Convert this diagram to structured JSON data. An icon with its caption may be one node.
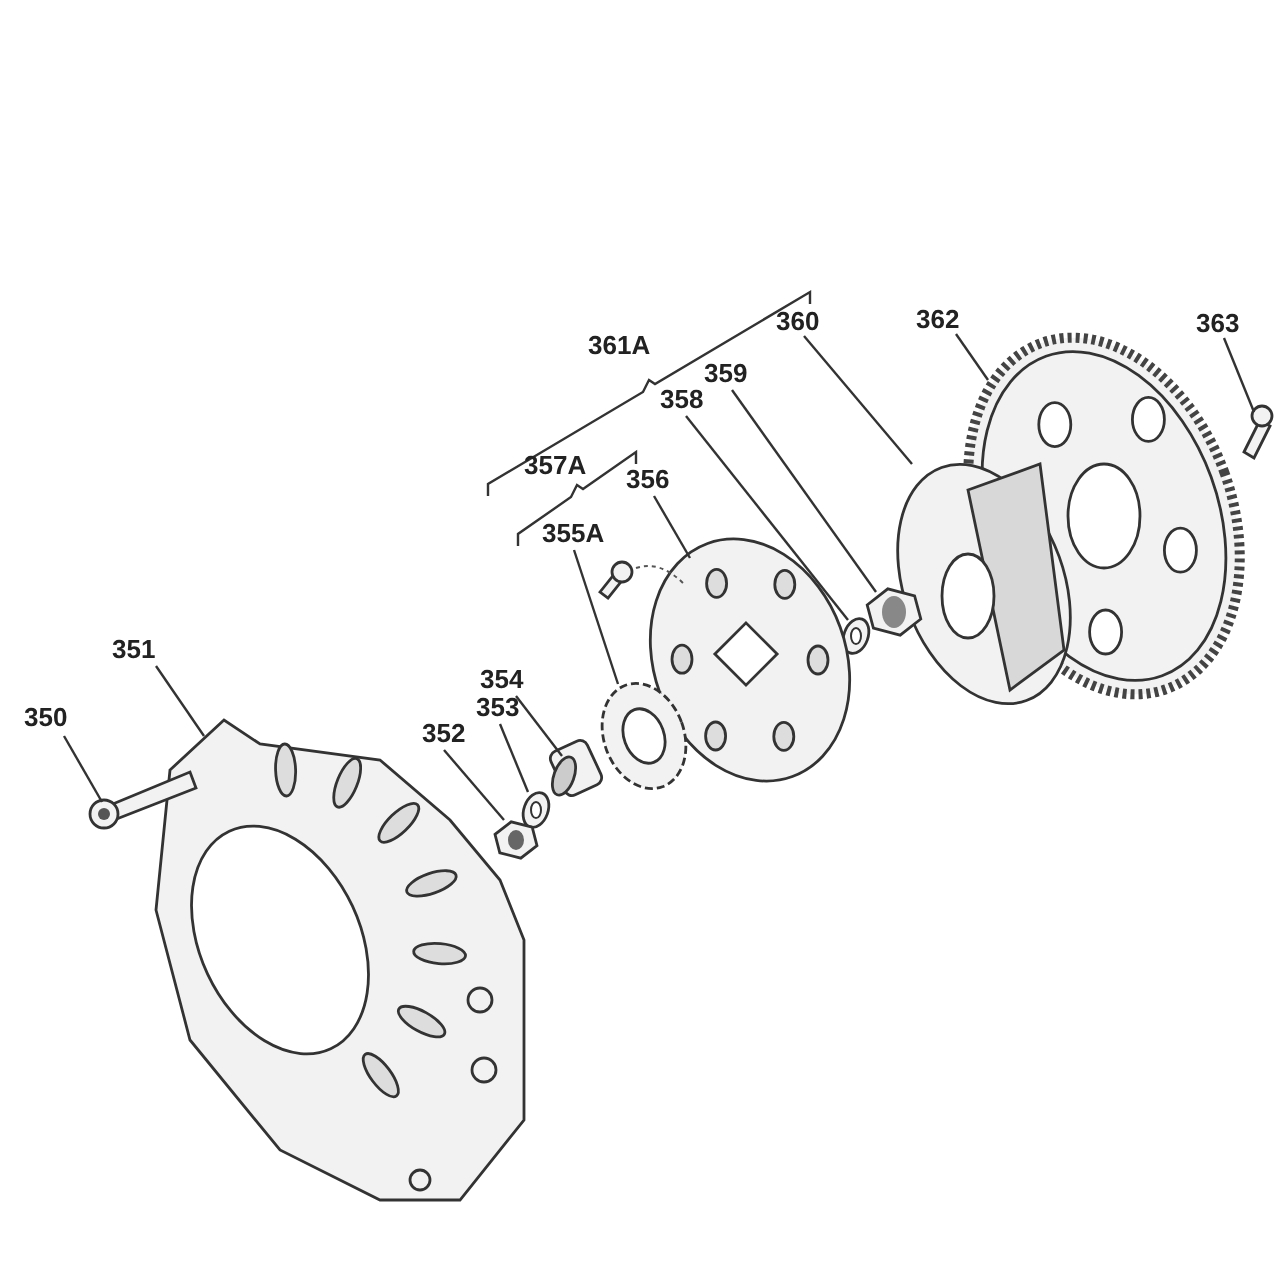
{
  "diagram": {
    "nodes": [
      {
        "text": [
          "350"
        ]
      },
      {
        "text": [
          "351"
        ]
      },
      {
        "text": [
          "352"
        ]
      },
      {
        "text": [
          "353"
        ]
      },
      {
        "text": [
          "354"
        ]
      },
      {
        "text": [
          "355A"
        ]
      },
      {
        "text": [
          "356"
        ]
      },
      {
        "text": [
          "358"
        ]
      },
      {
        "text": [
          "359"
        ]
      },
      {
        "text": [
          "360"
        ]
      },
      {
        "text": [
          "362"
        ]
      },
      {
        "text": [
          "363"
        ]
      },
      {
        "text": [],
        "shape": "picture"
      },
      {
        "text": [],
        "shape": "picture"
      },
      {
        "text": [],
        "shape": "picture"
      },
      {
        "text": [],
        "shape": "picture"
      },
      {
        "text": [],
        "shape": "picture"
      },
      {
        "text": [],
        "shape": "picture"
      },
      {
        "text": [],
        "shape": "picture"
      },
      {
        "text": [],
        "shape": "picture"
      },
      {
        "text": [],
        "shape": "picture"
      },
      {
        "text": [],
        "shape": "picture"
      },
      {
        "text": [],
        "shape": "picture"
      },
      {
        "text": [],
        "shape": "picture"
      }
    ],
    "edges": [
      {
        "from": 0,
        "to": 12,
        "arrow": "none"
      },
      {
        "from": 1,
        "to": 13,
        "arrow": "none"
      },
      {
        "from": 2,
        "to": 14,
        "arrow": "none"
      },
      {
        "from": 3,
        "to": 15,
        "arrow": "none"
      },
      {
        "from": 4,
        "to": 16,
        "arrow": "none"
      },
      {
        "from": 5,
        "to": 17,
        "arrow": "none"
      },
      {
        "from": 6,
        "to": 18,
        "arrow": "none"
      },
      {
        "from": 7,
        "to": 19,
        "arrow": "none"
      },
      {
        "from": 8,
        "to": 20,
        "arrow": "none"
      },
      {
        "from": 9,
        "to": 21,
        "arrow": "none"
      },
      {
        "from": 10,
        "to": 22,
        "arrow": "none"
      },
      {
        "from": 11,
        "to": 23,
        "arrow": "none"
      }
    ],
    "labels": [
      "361A",
      "357A"
    ]
  }
}
